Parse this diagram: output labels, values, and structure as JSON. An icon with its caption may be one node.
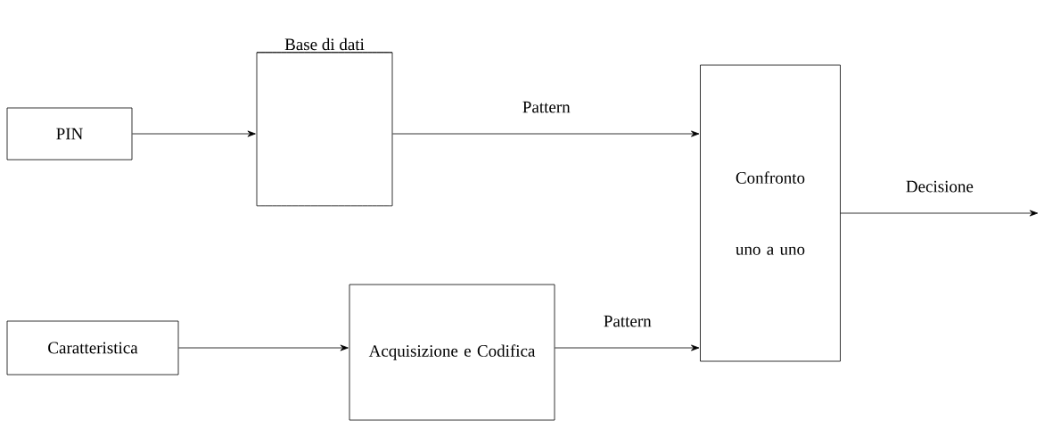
{
  "diagram": {
    "nodes": [
      {
        "text": [
          "PIN"
        ]
      },
      {
        "text": [
          "Base di dati"
        ]
      },
      {
        "text": [
          "Confronto uno a uno"
        ]
      },
      {
        "text": [
          "Caratteristica"
        ]
      },
      {
        "text": [
          "Acquisizione e Codifica"
        ]
      }
    ],
    "edges": [
      {
        "from": 0,
        "to": 1,
        "arrow": "to"
      },
      {
        "from": 1,
        "to": 2,
        "arrow": "to",
        "label": "Pattern"
      },
      {
        "from": 3,
        "to": 4,
        "arrow": "to"
      },
      {
        "from": 4,
        "to": 2,
        "arrow": "to",
        "label": "Pattern"
      },
      {
        "from": 2,
        "to": null,
        "arrow": "to",
        "label": "Decisione"
      }
    ]
  }
}
